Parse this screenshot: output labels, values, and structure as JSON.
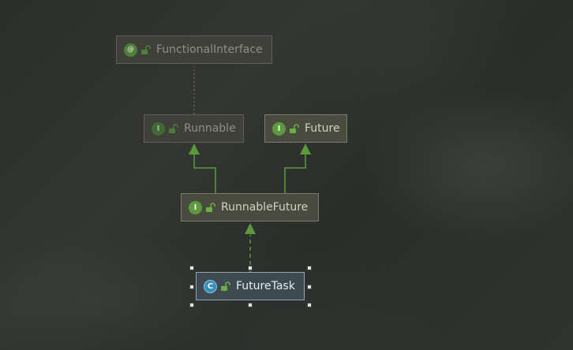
{
  "diagram": {
    "nodes": [
      {
        "id": "functional-interface",
        "label": "FunctionalInterface",
        "kind": "annotation",
        "badge": "@",
        "faded": true
      },
      {
        "id": "runnable",
        "label": "Runnable",
        "kind": "interface",
        "badge": "I",
        "faded": true
      },
      {
        "id": "future",
        "label": "Future",
        "kind": "interface",
        "badge": "I",
        "faded": false
      },
      {
        "id": "runnable-future",
        "label": "RunnableFuture",
        "kind": "interface",
        "badge": "I",
        "faded": false
      },
      {
        "id": "future-task",
        "label": "FutureTask",
        "kind": "class",
        "badge": "C",
        "faded": false,
        "selected": true
      }
    ],
    "edges": [
      {
        "from": "runnable",
        "to": "functional-interface",
        "type": "annotation",
        "style": "dotted"
      },
      {
        "from": "runnable-future",
        "to": "runnable",
        "type": "extends",
        "style": "solid"
      },
      {
        "from": "runnable-future",
        "to": "future",
        "type": "extends",
        "style": "solid"
      },
      {
        "from": "future-task",
        "to": "runnable-future",
        "type": "implements",
        "style": "dashed"
      }
    ]
  },
  "colors": {
    "background": "#2d302d",
    "node_fill": "#4a4b3f",
    "node_border": "#7a7b6c",
    "edge_green": "#5a9a3c",
    "interface_badge": "#5d9a3e",
    "class_badge": "#3a8fb7",
    "selection_handle": "#e4e6e2"
  }
}
